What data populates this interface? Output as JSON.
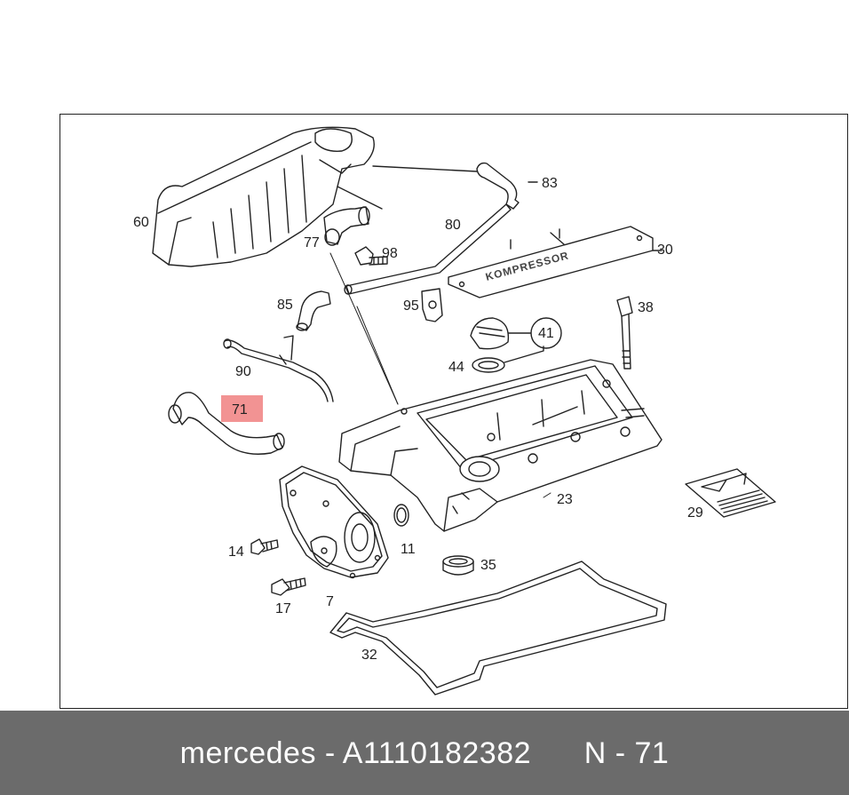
{
  "diagram": {
    "callouts": {
      "c60": "60",
      "c77": "77",
      "c98": "98",
      "c83": "83",
      "c80": "80",
      "c30": "30",
      "c85": "85",
      "c95": "95",
      "c41": "41",
      "c38": "38",
      "c44": "44",
      "c90": "90",
      "c71": "71",
      "c23": "23",
      "c29": "29",
      "c14": "14",
      "c11": "11",
      "c35": "35",
      "c17": "17",
      "c7": "7",
      "c32": "32"
    },
    "cover_text": "KOMPRESSOR",
    "highlight_color": "#f08080"
  },
  "footer": {
    "brand": "mercedes",
    "separator": " - ",
    "part_number": "A1110182382",
    "position_label": "N - 71"
  }
}
